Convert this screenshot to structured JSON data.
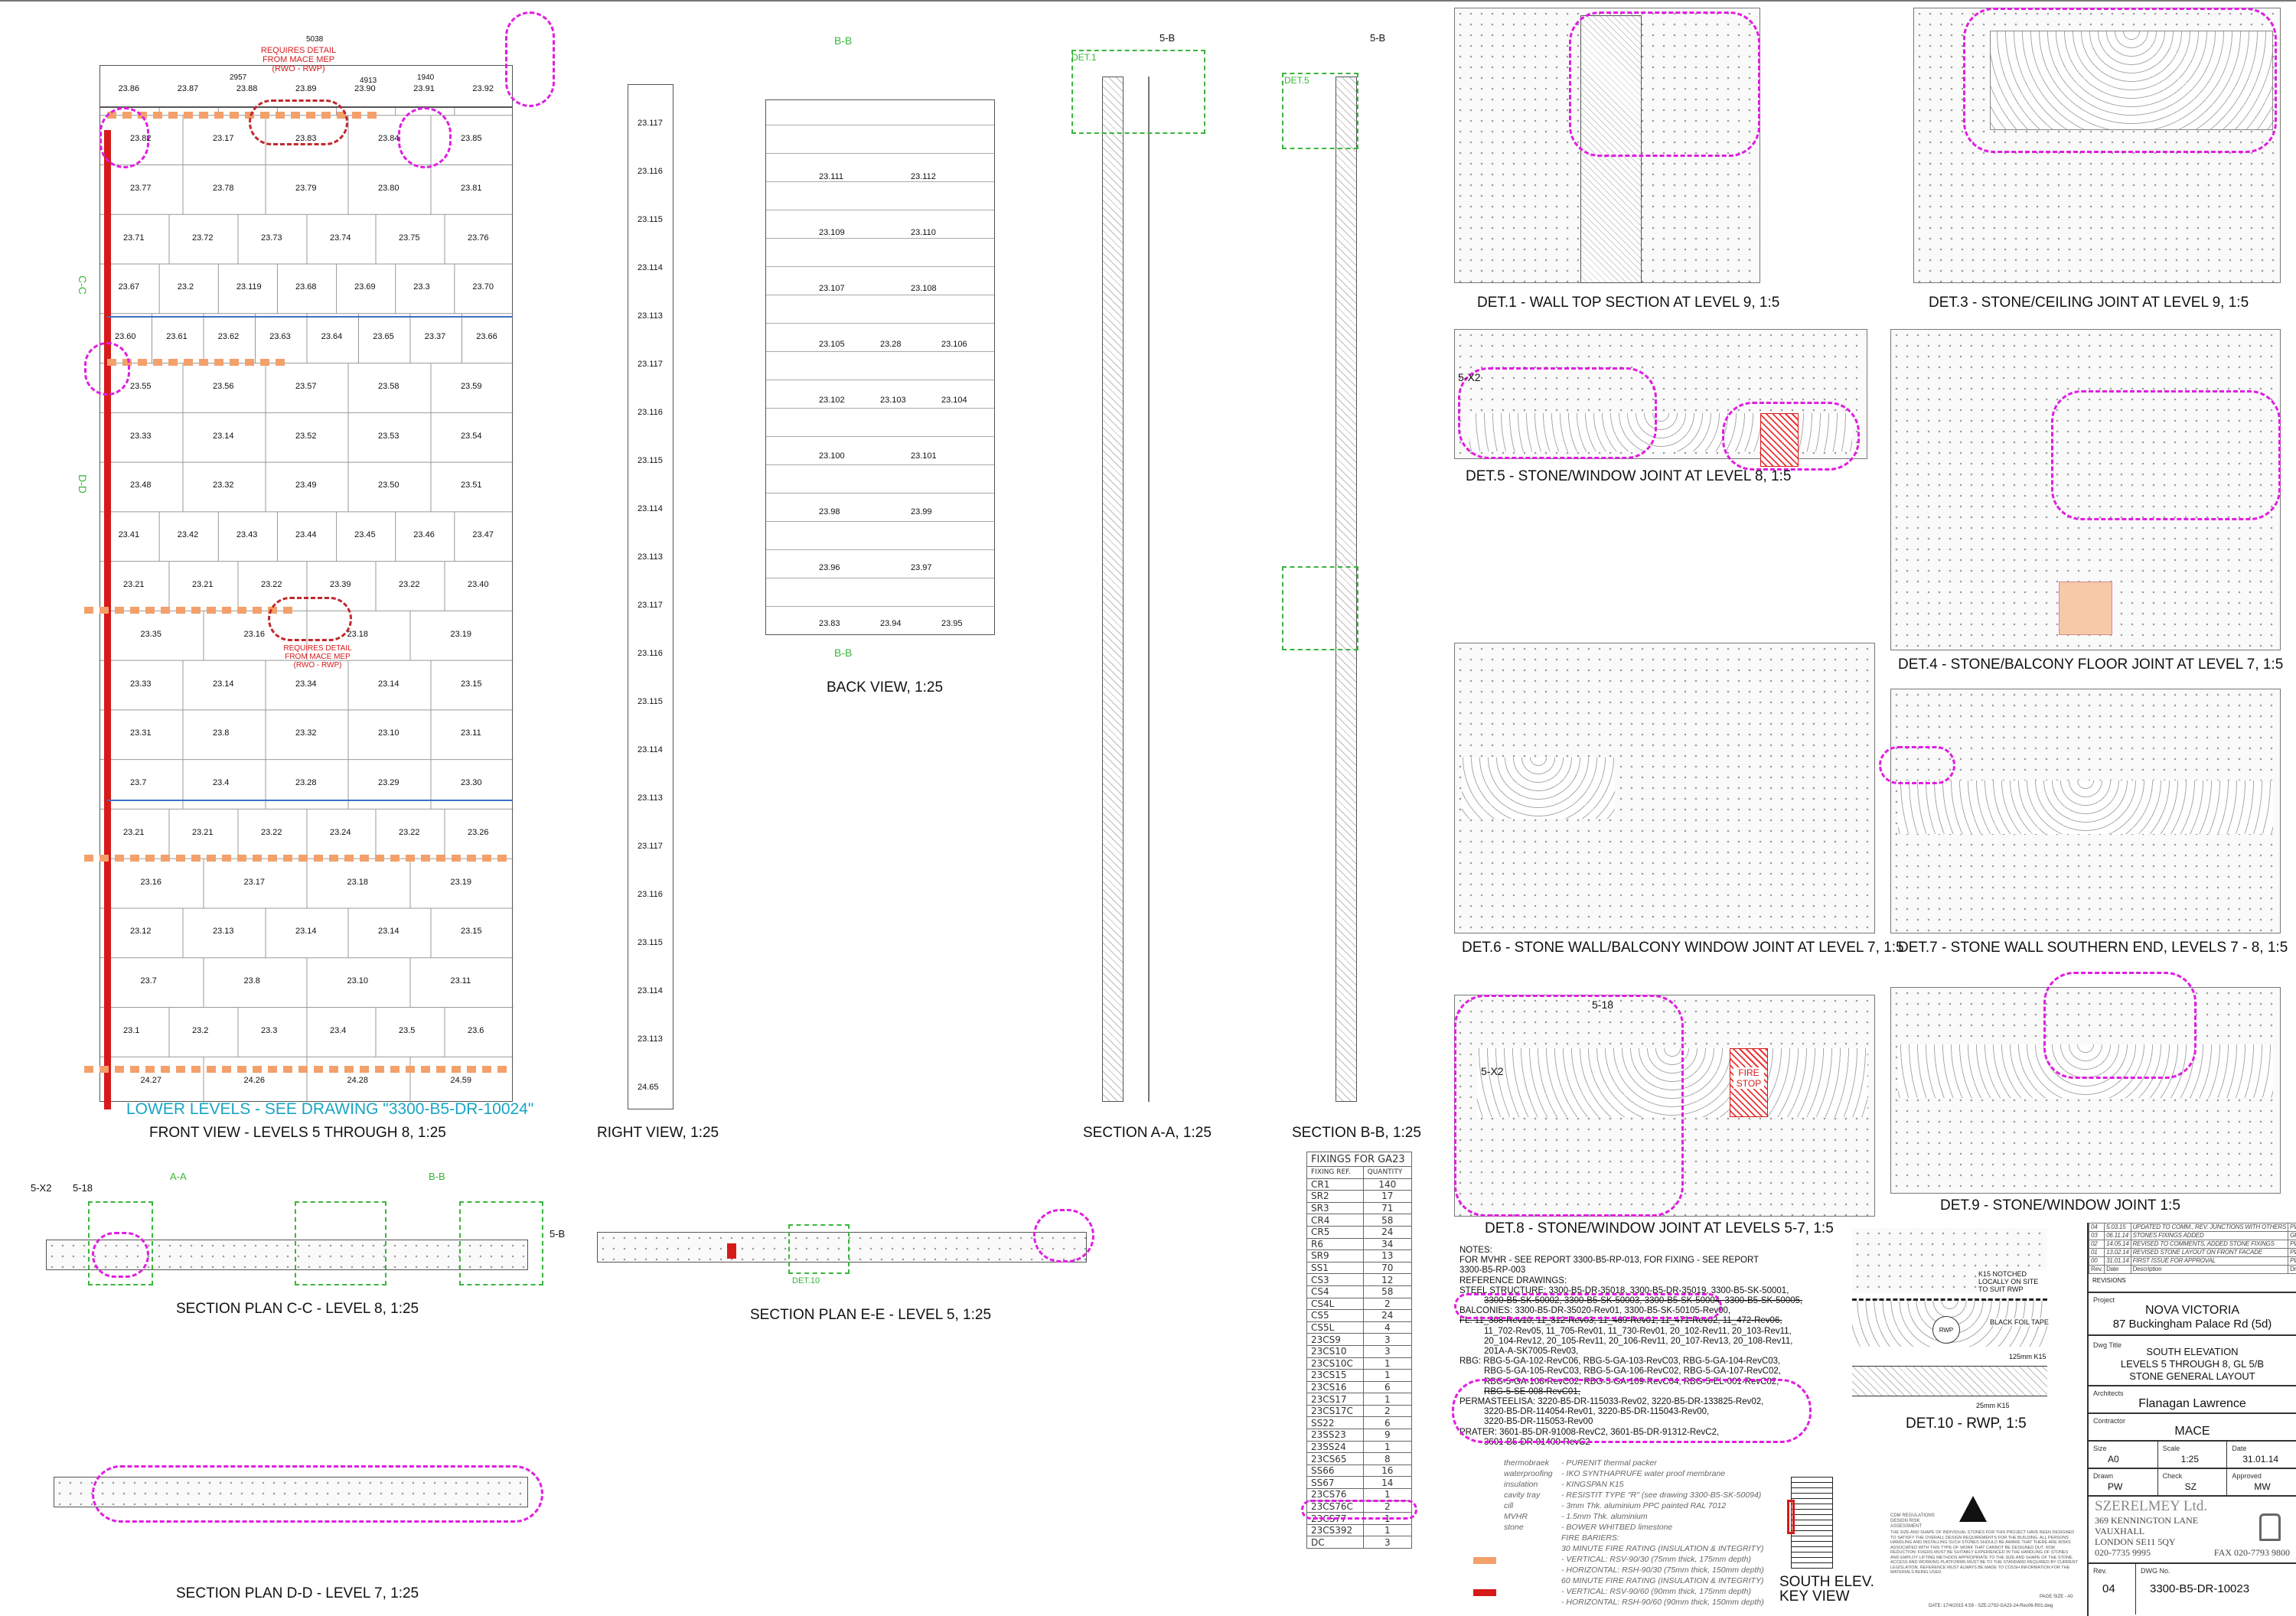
{
  "views": {
    "front": "FRONT VIEW - LEVELS 5 THROUGH 8, 1:25",
    "lower_levels": "LOWER LEVELS - SEE DRAWING \"3300-B5-DR-10024\"",
    "right": "RIGHT VIEW, 1:25",
    "back": "BACK VIEW, 1:25",
    "section_aa": "SECTION A-A, 1:25",
    "section_bb": "SECTION B-B, 1:25",
    "det1": "DET.1 - WALL TOP SECTION AT LEVEL 9, 1:5",
    "det3": "DET.3 - STONE/CEILING JOINT AT LEVEL 9, 1:5",
    "det5": "DET.5 - STONE/WINDOW JOINT AT LEVEL 8, 1:5",
    "det4": "DET.4 - STONE/BALCONY FLOOR JOINT AT LEVEL 7, 1:5",
    "det6": "DET.6 - STONE WALL/BALCONY WINDOW JOINT AT LEVEL 7, 1:5",
    "det7": "DET.7 - STONE WALL SOUTHERN END, LEVELS 7 - 8, 1:5",
    "det8": "DET.8 - STONE/WINDOW JOINT AT LEVELS 5-7, 1:5",
    "det9": "DET.9 - STONE/WINDOW JOINT 1:5",
    "det10": "DET.10 - RWP, 1:5",
    "plan_cc": "SECTION PLAN C-C - LEVEL 8, 1:25",
    "plan_ee": "SECTION PLAN E-E - LEVEL 5, 1:25",
    "plan_dd": "SECTION PLAN D-D - LEVEL 7, 1:25",
    "key_view": "SOUTH ELEV. KEY VIEW"
  },
  "front_annotations": {
    "requires_detail": "REQUIRES DETAIL FROM MACE MEP (RWO - RWP)",
    "dim_total": "5038",
    "dim_a": "4913",
    "dim_b": "2957",
    "dim_c": "1940"
  },
  "section_tags": {
    "cc": "C-C",
    "dd": "D-D",
    "aa": "A-A",
    "bb": "B-B",
    "s5b": "5-B",
    "s518": "5-18",
    "s5x2": "5-X2",
    "det1": "DET.1",
    "det5": "DET.5",
    "det10": "DET.10"
  },
  "front_stones": [
    [
      "23.86",
      "23.87",
      "23.88",
      "23.89",
      "23.90",
      "23.91",
      "23.92"
    ],
    [
      "23.82",
      "23.17",
      "23.83",
      "23.84",
      "23.85"
    ],
    [
      "23.77",
      "23.78",
      "23.79",
      "23.80",
      "23.81"
    ],
    [
      "23.71",
      "23.72",
      "23.73",
      "23.74",
      "23.75",
      "23.76"
    ],
    [
      "23.67",
      "23.2",
      "23.119",
      "23.68",
      "23.69",
      "23.3",
      "23.70"
    ],
    [
      "23.60",
      "23.61",
      "23.62",
      "23.63",
      "23.64",
      "23.65",
      "23.37",
      "23.66"
    ],
    [
      "23.55",
      "23.56",
      "23.57",
      "23.58",
      "23.59"
    ],
    [
      "23.33",
      "23.14",
      "23.52",
      "23.53",
      "23.54"
    ],
    [
      "23.48",
      "23.32",
      "23.49",
      "23.50",
      "23.51"
    ],
    [
      "23.41",
      "23.42",
      "23.43",
      "23.44",
      "23.45",
      "23.46",
      "23.47"
    ],
    [
      "23.21",
      "23.21",
      "23.22",
      "23.39",
      "23.22",
      "23.40"
    ],
    [
      "23.35",
      "23.16",
      "23.18",
      "23.19"
    ],
    [
      "23.33",
      "23.14",
      "23.34",
      "23.14",
      "23.15"
    ],
    [
      "23.31",
      "23.8",
      "23.32",
      "23.10",
      "23.11"
    ],
    [
      "23.7",
      "23.4",
      "23.28",
      "23.29",
      "23.30"
    ],
    [
      "23.21",
      "23.21",
      "23.22",
      "23.24",
      "23.22",
      "23.26"
    ],
    [
      "23.16",
      "23.17",
      "23.18",
      "23.19"
    ],
    [
      "23.12",
      "23.13",
      "23.14",
      "23.14",
      "23.15"
    ],
    [
      "23.7",
      "23.8",
      "23.10",
      "23.11"
    ],
    [
      "23.1",
      "23.2",
      "23.3",
      "23.4",
      "23.5",
      "23.6"
    ],
    [
      "24.27",
      "24.26",
      "24.28",
      "24.59"
    ]
  ],
  "right_stones": [
    "23.117",
    "23.116",
    "23.115",
    "23.114",
    "23.113",
    "23.117",
    "23.116",
    "23.115",
    "23.114",
    "23.113",
    "23.117",
    "23.116",
    "23.115",
    "23.114",
    "23.113",
    "23.117",
    "23.116",
    "23.115",
    "23.114",
    "23.113",
    "24.65"
  ],
  "back_stones": [
    [
      "23.111",
      "23.112"
    ],
    [
      "23.109",
      "23.110"
    ],
    [
      "23.107",
      "23.108"
    ],
    [
      "23.105",
      "23.28",
      "23.106"
    ],
    [
      "23.102",
      "23.103",
      "23.104"
    ],
    [
      "23.100",
      "23.101"
    ],
    [
      "23.98",
      "23.99"
    ],
    [
      "23.96",
      "23.97"
    ],
    [
      "23.83",
      "23.94",
      "23.95"
    ]
  ],
  "fixings": {
    "title": "FIXINGS FOR GA23",
    "headers": [
      "FIXING REF.",
      "QUANTITY"
    ],
    "rows": [
      [
        "CR1",
        "140"
      ],
      [
        "SR2",
        "17"
      ],
      [
        "SR3",
        "71"
      ],
      [
        "CR4",
        "58"
      ],
      [
        "CR5",
        "24"
      ],
      [
        "R6",
        "34"
      ],
      [
        "SR9",
        "13"
      ],
      [
        "SS1",
        "70"
      ],
      [
        "CS3",
        "12"
      ],
      [
        "CS4",
        "58"
      ],
      [
        "CS4L",
        "2"
      ],
      [
        "CS5",
        "24"
      ],
      [
        "CS5L",
        "4"
      ],
      [
        "23CS9",
        "3"
      ],
      [
        "23CS10",
        "3"
      ],
      [
        "23CS10C",
        "1"
      ],
      [
        "23CS15",
        "1"
      ],
      [
        "23CS16",
        "6"
      ],
      [
        "23CS17",
        "1"
      ],
      [
        "23CS17C",
        "2"
      ],
      [
        "SS22",
        "6"
      ],
      [
        "23SS23",
        "9"
      ],
      [
        "23SS24",
        "1"
      ],
      [
        "23CS65",
        "8"
      ],
      [
        "SS66",
        "16"
      ],
      [
        "SS67",
        "14"
      ],
      [
        "23CS76",
        "1"
      ],
      [
        "23CS76C",
        "2"
      ],
      [
        "23CS77",
        "1"
      ],
      [
        "23CS392",
        "1"
      ],
      [
        "DC",
        "3"
      ]
    ]
  },
  "notes": {
    "heading": "NOTES:",
    "lines": [
      {
        "t": "FOR MVHR - SEE REPORT 3300-B5-RP-013, FOR FIXING - SEE REPORT",
        "i": 0
      },
      {
        "t": "3300-B5-RP-003",
        "i": 0
      },
      {
        "t": "REFERENCE DRAWINGS:",
        "i": 0
      },
      {
        "t": "STEEL STRUCTURE: 3300-B5-DR-35018, 3300-B5-DR-35019, 3300-B5-SK-50001,",
        "i": 0
      },
      {
        "t": "3300-B5-SK-50002, 3300-B5-SK-50003, 3300-B5-SK-50004, 3300-B5-SK-50005,",
        "i": 1,
        "s": 1
      },
      {
        "t": "BALCONIES: 3300-B5-DR-35020-Rev01, 3300-B5-SK-50105-Rev00,",
        "i": 0
      },
      {
        "t": "FL:   11_308-Rev10, 11_312-Rev03, 11_469-Rev01, 11_471-Rev02, 11_472-Rev06,",
        "i": 0,
        "s": 1
      },
      {
        "t": "11_702-Rev05, 11_705-Rev01, 11_730-Rev01, 20_102-Rev11, 20_103-Rev11,",
        "i": 1
      },
      {
        "t": "20_104-Rev12, 20_105-Rev11, 20_106-Rev11, 20_107-Rev13, 20_108-Rev11,",
        "i": 1
      },
      {
        "t": "201A-A-SK7005-Rev03,",
        "i": 1
      },
      {
        "t": "RBG:  RBG-5-GA-102-RevC06, RBG-5-GA-103-RevC03, RBG-5-GA-104-RevC03,",
        "i": 0
      },
      {
        "t": "RBG-5-GA-105-RevC03, RBG-5-GA-106-RevC02, RBG-5-GA-107-RevC02,",
        "i": 1
      },
      {
        "t": "RBG-5-GA-108-RevC02, RBG-5-GA-109-RevC04, RBG-5-EL-001-RevC02,",
        "i": 1
      },
      {
        "t": "RBG-5-SE-008-RevC01,",
        "i": 1,
        "s": 1
      },
      {
        "t": "PERMASTEELISA: 3220-B5-DR-115033-Rev02, 3220-B5-DR-133825-Rev02,",
        "i": 0
      },
      {
        "t": "3220-B5-DR-114054-Rev01, 3220-B5-DR-115043-Rev00,",
        "i": 1
      },
      {
        "t": "3220-B5-DR-115053-Rev00",
        "i": 1
      },
      {
        "t": "PRATER: 3601-B5-DR-91008-RevC2, 3601-B5-DR-91312-RevC2,",
        "i": 0
      },
      {
        "t": "3601-B5-DR-91400-RevC2",
        "i": 1
      }
    ]
  },
  "legend": [
    {
      "k": "thermobraek",
      "v": "- PURENIT thermal packer"
    },
    {
      "k": "waterproofing",
      "v": "- IKO SYNTHAPRUFE water proof membrane"
    },
    {
      "k": "insulation",
      "v": "- KINGSPAN K15"
    },
    {
      "k": "cavity tray",
      "v": "- RESISTIT TYPE \"R\"  (see drawing 3300-B5-SK-50094)"
    },
    {
      "k": "cill",
      "v": "- 3mm Thk. aluminium PPC painted RAL 7012"
    },
    {
      "k": "MVHR",
      "v": "- 1.5mm Thk. aluminium"
    },
    {
      "k": "stone",
      "v": "- BOWER WHITBED limestone"
    },
    {
      "k": "",
      "v": "FIRE BARIERS:"
    },
    {
      "k": "",
      "v": "30 MINUTE FIRE RATING (INSULATION & INTEGRITY)"
    },
    {
      "k": "",
      "v": "- VERTICAL: RSV-90/30 (75mm thick, 175mm depth)"
    },
    {
      "k": "",
      "v": "- HORIZONTAL: RSH-90/30 (75mm thick, 150mm depth)"
    },
    {
      "k": "",
      "v": "60 MINUTE FIRE RATING (INSULATION & INTEGRITY)"
    },
    {
      "k": "",
      "v": "- VERTICAL: RSV-90/60 (90mm thick, 175mm depth)"
    },
    {
      "k": "",
      "v": "- HORIZONTAL: RSH-90/60 (90mm thick, 150mm depth)"
    }
  ],
  "det10_labels": {
    "k15": "K15 NOTCHED LOCALLY ON SITE TO SUIT RWP",
    "tape": "BLACK FOIL TAPE",
    "k125": "125mm K15",
    "k25": "25mm K15",
    "rwp": "RWP"
  },
  "fire_stop": "FIRE STOP",
  "cdm": {
    "title": "CDM REGULATIONS DESIGN RISK ASSESSMENT",
    "body": "THE SIZE AND SHAPE OF INDIVIDUAL STONES FOR THIS PROJECT HAVE BEEN DESIGNED TO SATISFY THE OVERALL DESIGN REQUIREMENTS FOR THE BUILDING. ALL PERSONS HANDLING AND INSTALLING SUCH STONES SHOULD BE AWARE THAT THERE ARE RISKS ASSOCIATED WITH THIS TYPE OF WORK THAT CANNOT BE DESIGNED OUT. RISK REDUCTION: FIXERS MUST BE SUITABLY EXPERIENCED IN THE HANDLING OF STONES AND EMPLOY LIFTING METHODS APPROPRIATE TO THE SIZE AND SHAPE OF THE STONE. ACCESS AND WORKING PLATFORMS MUST BE TO THE STANDARD REQUIRED BY CURRENT LEGISLATION. REFERENCE MUST ALWAYS BE MADE TO COSSH INFORMATION FOR THE MATERIALS BEING USED."
  },
  "page_info": {
    "size": "PAGE SIZE - A0",
    "file": "DATE: 17/4/2015 4:59 - SZE-2792-GA23-24-Rev06-R01.dwg"
  },
  "title_block": {
    "revisions": [
      [
        "04",
        "5.03.15",
        "UPDATED TO COMM., REV. JUNCTIONS WITH OTHERS",
        "PW"
      ],
      [
        "03",
        "06.11.14",
        "STONES FIXINGS ADDED",
        "GRP"
      ],
      [
        "02",
        "14.05.14",
        "REVISED TO COMMENTS, ADDED STONE FIXINGS",
        "PW"
      ],
      [
        "01",
        "13.02.14",
        "REVISED STONE LAYOUT ON FRONT FACADE",
        "PW"
      ],
      [
        "00",
        "31.01.14",
        "FIRST ISSUE FOR APPROVAL",
        "PW"
      ]
    ],
    "rev_headers": [
      "Rev.",
      "Date",
      "Description",
      "Drn"
    ],
    "revisions_label": "REVISIONS",
    "project_label": "Project",
    "project": "NOVA VICTORIA",
    "address": "87 Buckingham Palace Rd (5d)",
    "title_label": "Dwg Title",
    "title1": "SOUTH ELEVATION",
    "title2": "LEVELS 5 THROUGH 8, GL 5/B",
    "title3": "STONE GENERAL LAYOUT",
    "architect_label": "Architects",
    "architect": "Flanagan Lawrence",
    "contractor_label": "Contractor",
    "contractor": "MACE",
    "size_label": "Size",
    "size": "A0",
    "scale_label": "Scale",
    "scale": "1:25",
    "date_label": "Date",
    "date": "31.01.14",
    "drawn_label": "Drawn",
    "drawn": "PW",
    "check_label": "Check",
    "check": "SZ",
    "approved_label": "Approved",
    "approved": "MW",
    "company": "SZERELMEY Ltd.",
    "addr1": "369 KENNINGTON LANE",
    "addr2": "VAUXHALL",
    "addr3": "LONDON SE11 5QY",
    "tel": "020-7735 9995",
    "fax": "FAX 020-7793 9800",
    "rev_label": "Rev.",
    "rev": "04",
    "dwg_label": "DWG No.",
    "dwg": "3300-B5-DR-10023"
  },
  "colors": {
    "cloud": "#e01ee0",
    "red": "#d61a1a",
    "orange": "#f3a06a",
    "green": "#3ab53a",
    "cyan": "#17a5c4"
  }
}
